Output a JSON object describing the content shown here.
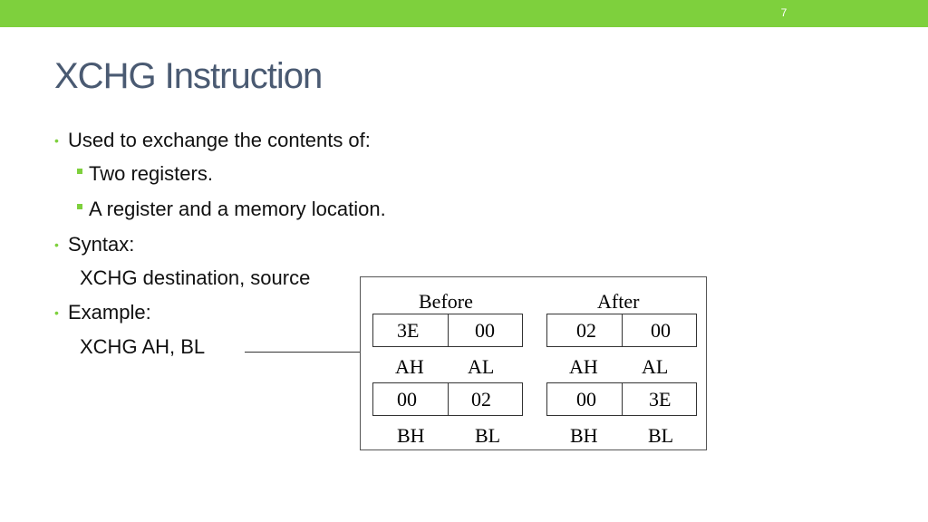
{
  "slide": {
    "number": "7",
    "title": "XCHG Instruction"
  },
  "content": {
    "b1": "Used to exchange the contents of:",
    "b1_sub1": "Two registers.",
    "b1_sub2": "A register and a memory location.",
    "b2": "Syntax:",
    "b2_text": "XCHG destination, source",
    "b3": "Example:",
    "b3_text": "XCHG AH, BL"
  },
  "diagram": {
    "before_label": "Before",
    "after_label": "After",
    "before": {
      "ah": "3E",
      "al": "00",
      "bh": "00",
      "bl": "02"
    },
    "after": {
      "ah": "02",
      "al": "00",
      "bh": "00",
      "bl": "3E"
    },
    "labels": {
      "ah": "AH",
      "al": "AL",
      "bh": "BH",
      "bl": "BL"
    }
  },
  "colors": {
    "accent": "#7ed03d",
    "title": "#4a5a72"
  }
}
